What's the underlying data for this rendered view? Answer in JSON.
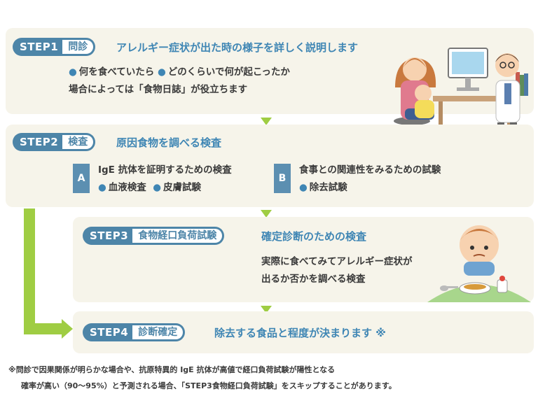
{
  "step1": {
    "label": "STEP1",
    "name": "問診",
    "headline": "アレルギー症状が出た時の様子を詳しく説明します",
    "bullets": [
      "何を食べていたら",
      "どのくらいで何が起こったか"
    ],
    "line2": "場合によっては「食物日誌」が役立ちます"
  },
  "step2": {
    "label": "STEP2",
    "name": "検査",
    "headline": "原因食物を調べる検査",
    "a": {
      "badge": "A",
      "title": "IgE 抗体を証明するための検査",
      "items": [
        "血液検査",
        "皮膚試験"
      ]
    },
    "b": {
      "badge": "B",
      "title": "食事との関連性をみるための試験",
      "items": [
        "除去試験"
      ]
    }
  },
  "step3": {
    "label": "STEP3",
    "name": "食物経口負荷試験",
    "headline": "確定診断のための検査",
    "line1": "実際に食べてみてアレルギー症状が",
    "line2": "出るか否かを調べる検査"
  },
  "step4": {
    "label": "STEP4",
    "name": "診断確定",
    "headline": "除去する食品と程度が決まります ※"
  },
  "footnote": {
    "line1": "※問診で因果関係が明らかな場合や、抗原特異的 IgE 抗体が高値で経口負荷試験が陽性となる",
    "line2": "確率が高い（90～95%）と予測される場合、「STEP3食物経口負荷試験」をスキップすることがあります。"
  },
  "colors": {
    "accent": "#3f86b4",
    "pill": "#4d85a8",
    "arrow": "#9fcd43",
    "panel": "#f6f4ea"
  },
  "icons": [
    "mother-baby-illustration",
    "doctor-illustration",
    "baby-eating-illustration"
  ]
}
